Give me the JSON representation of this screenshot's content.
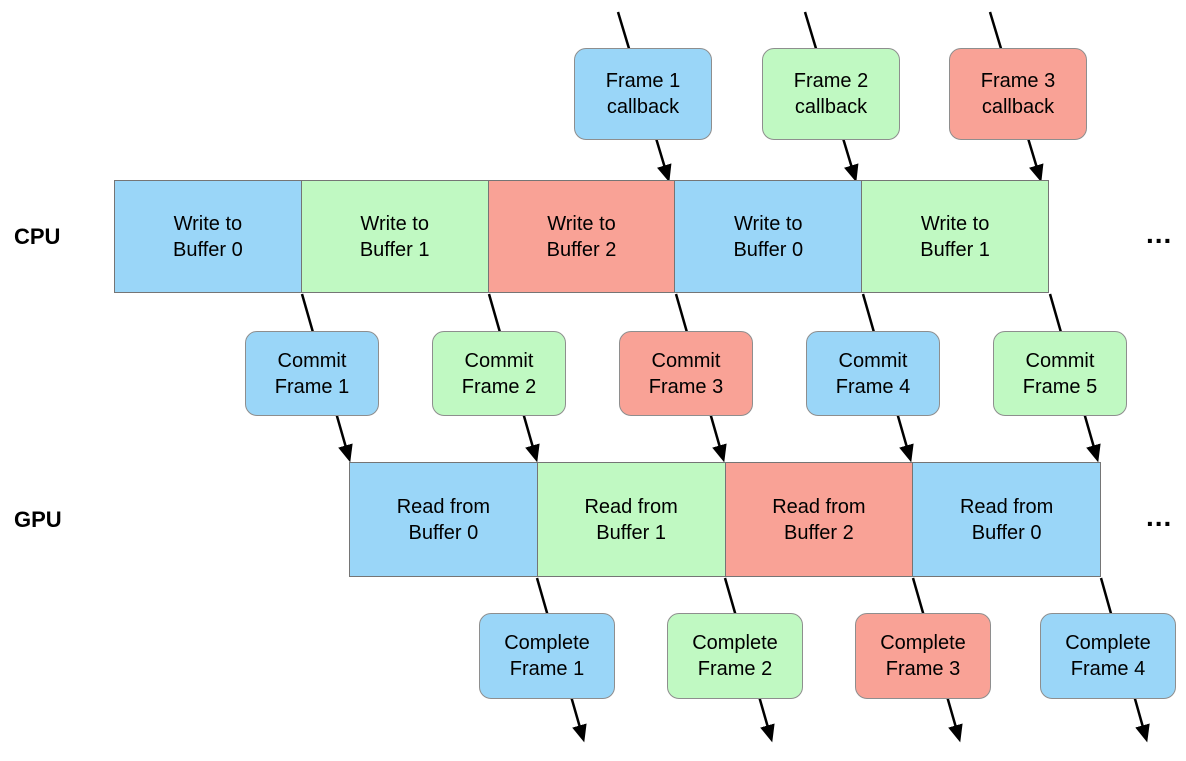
{
  "diagram": {
    "cpu_label": "CPU",
    "gpu_label": "GPU",
    "cpu_ellipsis": "...",
    "gpu_ellipsis": "...",
    "colors": {
      "blue": "#9ad6f8",
      "green": "#c0f9c2",
      "red": "#f9a296"
    },
    "callbacks": [
      {
        "line1": "Frame 1",
        "line2": "callback",
        "color": "blue"
      },
      {
        "line1": "Frame 2",
        "line2": "callback",
        "color": "green"
      },
      {
        "line1": "Frame 3",
        "line2": "callback",
        "color": "red"
      }
    ],
    "cpu_segments": [
      {
        "line1": "Write to",
        "line2": "Buffer 0",
        "color": "blue"
      },
      {
        "line1": "Write to",
        "line2": "Buffer 1",
        "color": "green"
      },
      {
        "line1": "Write to",
        "line2": "Buffer 2",
        "color": "red"
      },
      {
        "line1": "Write to",
        "line2": "Buffer 0",
        "color": "blue"
      },
      {
        "line1": "Write to",
        "line2": "Buffer 1",
        "color": "green"
      }
    ],
    "commits": [
      {
        "line1": "Commit",
        "line2": "Frame 1",
        "color": "blue"
      },
      {
        "line1": "Commit",
        "line2": "Frame 2",
        "color": "green"
      },
      {
        "line1": "Commit",
        "line2": "Frame 3",
        "color": "red"
      },
      {
        "line1": "Commit",
        "line2": "Frame 4",
        "color": "blue"
      },
      {
        "line1": "Commit",
        "line2": "Frame 5",
        "color": "green"
      }
    ],
    "gpu_segments": [
      {
        "line1": "Read from",
        "line2": "Buffer 0",
        "color": "blue"
      },
      {
        "line1": "Read from",
        "line2": "Buffer 1",
        "color": "green"
      },
      {
        "line1": "Read from",
        "line2": "Buffer 2",
        "color": "red"
      },
      {
        "line1": "Read from",
        "line2": "Buffer 0",
        "color": "blue"
      }
    ],
    "completes": [
      {
        "line1": "Complete",
        "line2": "Frame 1",
        "color": "blue"
      },
      {
        "line1": "Complete",
        "line2": "Frame 2",
        "color": "green"
      },
      {
        "line1": "Complete",
        "line2": "Frame 3",
        "color": "red"
      },
      {
        "line1": "Complete",
        "line2": "Frame 4",
        "color": "blue"
      }
    ]
  }
}
